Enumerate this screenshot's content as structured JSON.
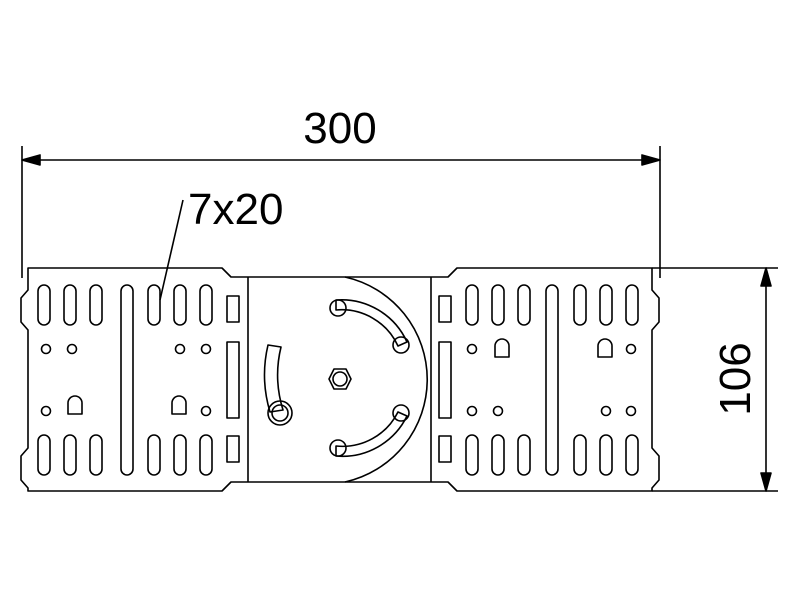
{
  "dimensions": {
    "width_label": "300",
    "height_label": "106",
    "slot_label": "7x20"
  },
  "colors": {
    "line": "#000000",
    "background": "#ffffff"
  }
}
